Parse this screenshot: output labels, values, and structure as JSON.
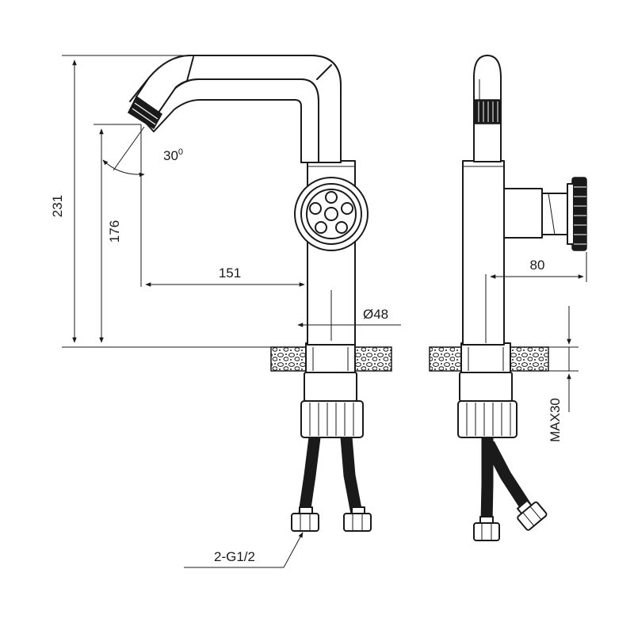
{
  "diagram": {
    "line_color": "#1a1a1a",
    "background": "#ffffff",
    "dimensions": {
      "total_height": "231",
      "spout_height": "176",
      "spout_reach": "151",
      "spout_angle": "30",
      "angle_unit": "0",
      "base_diameter": "Ø48",
      "handle_projection": "80",
      "max_thickness": "MAX30",
      "connection": "2-G1/2"
    }
  }
}
